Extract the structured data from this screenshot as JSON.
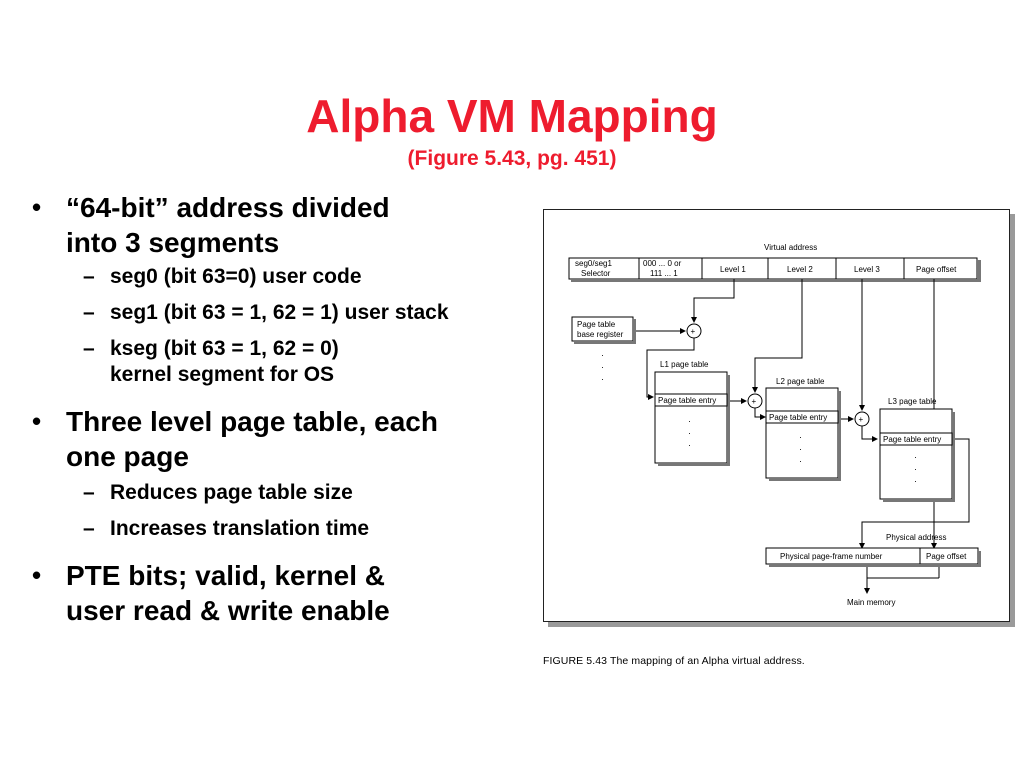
{
  "slide": {
    "title": "Alpha VM Mapping",
    "subtitle": "(Figure 5.43, pg. 451)"
  },
  "bullets": [
    {
      "lines": [
        "“64-bit” address divided",
        "into 3 segments"
      ],
      "subs": [
        {
          "lines": [
            "seg0 (bit 63=0) user code"
          ]
        },
        {
          "lines": [
            "seg1 (bit 63 = 1, 62 = 1) user stack"
          ]
        },
        {
          "lines": [
            "kseg (bit 63 = 1, 62 = 0)",
            "kernel segment for OS"
          ]
        }
      ]
    },
    {
      "lines": [
        "Three level page table, each",
        "one page"
      ],
      "subs": [
        {
          "lines": [
            "Reduces page table size"
          ]
        },
        {
          "lines": [
            "Increases translation time"
          ]
        }
      ]
    },
    {
      "lines": [
        "PTE bits; valid, kernel &",
        "user read & write enable"
      ],
      "subs": []
    }
  ],
  "figure": {
    "virtual_address_label": "Virtual address",
    "selector_line1": "seg0/seg1",
    "selector_line2": "Selector",
    "selector_val1": "000 ... 0 or",
    "selector_val2": "111 ... 1",
    "level1": "Level 1",
    "level2": "Level 2",
    "level3": "Level 3",
    "page_offset": "Page offset",
    "ptbr_line1": "Page table",
    "ptbr_line2": "base register",
    "l1_table": "L1 page table",
    "l2_table": "L2 page table",
    "l3_table": "L3 page table",
    "pte": "Page table entry",
    "physical_address_label": "Physical address",
    "physical_frame": "Physical page-frame number",
    "physical_offset": "Page offset",
    "main_memory": "Main memory",
    "plus": "+"
  },
  "caption": "FIGURE 5.43  The mapping of an Alpha virtual address."
}
